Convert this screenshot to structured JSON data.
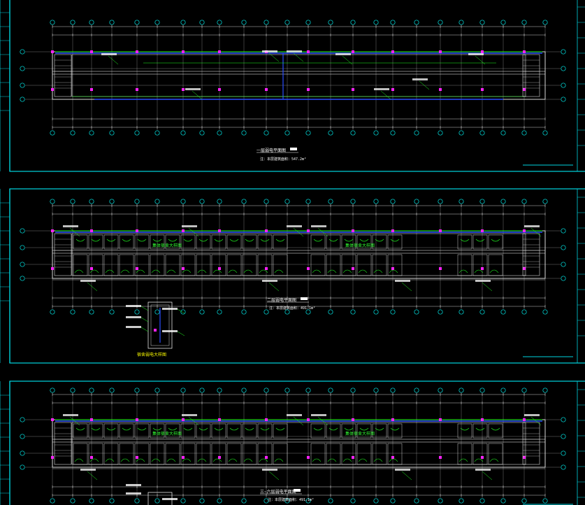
{
  "colors": {
    "background": "#000000",
    "frame": "#00d5e0",
    "wall": "#ffffff",
    "grid": "#e8e8e8",
    "column_tag": "#00e8e8",
    "pipe": "#2a4cff",
    "conduit": "#22ff22",
    "device": "#ff22ff",
    "label": "#ffffff",
    "title": "#ffff00"
  },
  "sheets": [
    {
      "id": "sheet-1",
      "title": "一层弱电平面图",
      "note": "注：本层建筑面积：547.2m²",
      "room_labels": [],
      "detail_title": ""
    },
    {
      "id": "sheet-2",
      "title": "二层弱电平面图",
      "note": "注：本层建筑面积：491.1m²",
      "room_labels": [
        "集体宿舍大样图",
        "集体宿舍大样图"
      ],
      "detail_title": "宿舍弱电大样图"
    },
    {
      "id": "sheet-3",
      "title": "三~六层弱电平面图",
      "note": "注：本层建筑面积：491.1m²",
      "room_labels": [
        "集体宿舍大样图",
        "集体宿舍大样图"
      ],
      "detail_title": ""
    }
  ],
  "icons": {
    "grid_bubble": "axis-bubble-icon",
    "device": "outlet-icon",
    "door": "door-swing-icon"
  }
}
